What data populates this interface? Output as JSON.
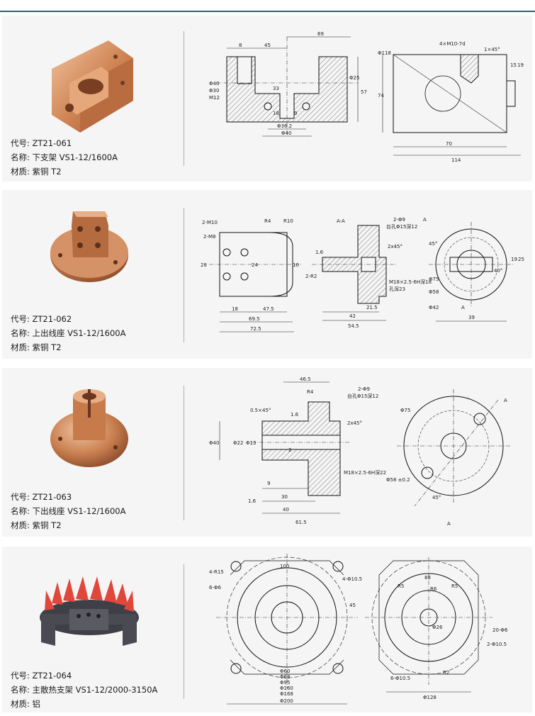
{
  "parts": [
    {
      "code_label": "代号: ZT21-061",
      "name_label": "名称: 下支架 VS1-12/1600A",
      "material_label": "材质: 紫铜 T2",
      "color": "#c8754a",
      "dims_a": [
        "69",
        "8",
        "45",
        "Φ40",
        "Φ30",
        "M12",
        "33",
        "18",
        "9",
        "Φ25",
        "57",
        "Φ36.2",
        "Φ40"
      ],
      "dims_b": [
        "Φ118",
        "4×M10-7d",
        "1×45°",
        "15",
        "19",
        "74",
        "70",
        "114"
      ]
    },
    {
      "code_label": "代号: ZT21-062",
      "name_label": "名称: 上出线座 VS1-12/1600A",
      "material_label": "材质: 紫铜 T2",
      "color": "#c47a4e",
      "dims_a": [
        "2-M10",
        "2-M8",
        "R4",
        "R10",
        "28",
        "24",
        "18",
        "47.5",
        "69.5",
        "72.5",
        "10"
      ],
      "dims_b": [
        "A-A",
        "2-Φ9",
        "台孔Φ15深12",
        "2x45°",
        "1.6",
        "2-R2",
        "21.5",
        "42",
        "54.5",
        "M18×2.5-6H深18",
        "孔深23"
      ],
      "dims_c": [
        "A",
        "45°",
        "Φ75",
        "Φ58",
        "Φ42",
        "40°",
        "19",
        "25",
        "39",
        "A"
      ]
    },
    {
      "code_label": "代号: ZT21-063",
      "name_label": "名称: 下出线座 VS1-12/1600A",
      "material_label": "材质: 紫铜 T2",
      "color": "#c8764a",
      "dims_a": [
        "46.5",
        "R4",
        "2-Φ9",
        "台孔Φ15深12",
        "0.5×45°",
        "1.6",
        "2x45°",
        "Φ40",
        "Φ22",
        "Φ13",
        "2",
        "9",
        "30",
        "40",
        "61.5",
        "M18×2.5-6H深22",
        "1.6"
      ],
      "dims_b": [
        "A",
        "Φ75",
        "Φ58 ±0.2",
        "45°",
        "A"
      ]
    },
    {
      "code_label": "代号: ZT21-064",
      "name_label": "名称: 主散热支架 VS1-12/2000-3150A",
      "material_label": "材质: 铝",
      "color": "#e0473a",
      "dims_a": [
        "4-R15",
        "100",
        "4-Φ10.5",
        "6-Φ6",
        "45",
        "Φ60",
        "Φ68",
        "Φ95",
        "Φ160",
        "Φ168",
        "Φ200"
      ],
      "dims_b": [
        "88",
        "R5",
        "R6",
        "R5",
        "Φ26",
        "20-Φ6",
        "2-Φ10.5",
        "R2",
        "6-Φ10.5",
        "Φ128"
      ]
    }
  ]
}
